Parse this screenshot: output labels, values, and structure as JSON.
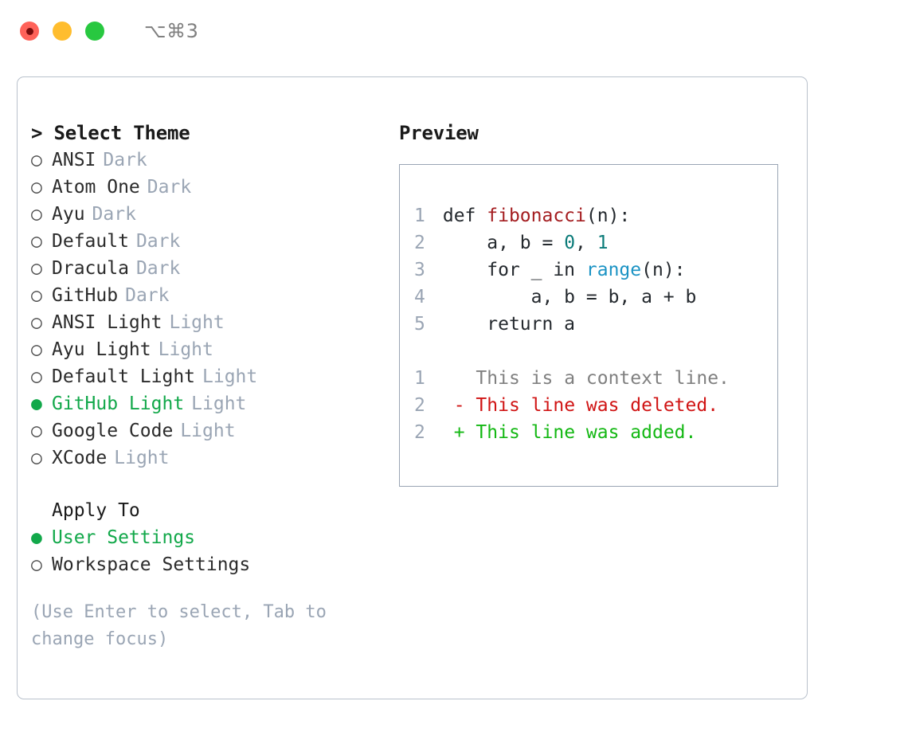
{
  "titlebar": {
    "shortcut": "⌥⌘3",
    "buttons": [
      "close",
      "minimize",
      "zoom"
    ]
  },
  "theme_picker": {
    "header": "> Select Theme",
    "items": [
      {
        "label": "ANSI",
        "variant": "Dark",
        "selected": false,
        "bullet": "○"
      },
      {
        "label": "Atom One",
        "variant": "Dark",
        "selected": false,
        "bullet": "○"
      },
      {
        "label": "Ayu",
        "variant": "Dark",
        "selected": false,
        "bullet": "○"
      },
      {
        "label": "Default",
        "variant": "Dark",
        "selected": false,
        "bullet": "○"
      },
      {
        "label": "Dracula",
        "variant": "Dark",
        "selected": false,
        "bullet": "○"
      },
      {
        "label": "GitHub",
        "variant": "Dark",
        "selected": false,
        "bullet": "○"
      },
      {
        "label": "ANSI Light",
        "variant": "Light",
        "selected": false,
        "bullet": "○"
      },
      {
        "label": "Ayu Light",
        "variant": "Light",
        "selected": false,
        "bullet": "○"
      },
      {
        "label": "Default Light",
        "variant": "Light",
        "selected": false,
        "bullet": "○"
      },
      {
        "label": "GitHub Light",
        "variant": "Light",
        "selected": true,
        "bullet": "●"
      },
      {
        "label": "Google Code",
        "variant": "Light",
        "selected": false,
        "bullet": "○"
      },
      {
        "label": "XCode",
        "variant": "Light",
        "selected": false,
        "bullet": "○"
      }
    ]
  },
  "apply_to": {
    "header": "Apply To",
    "items": [
      {
        "label": "User Settings",
        "selected": true,
        "bullet": "●"
      },
      {
        "label": "Workspace Settings",
        "selected": false,
        "bullet": "○"
      }
    ]
  },
  "hint": "(Use Enter to select, Tab to change focus)",
  "preview": {
    "title": "Preview",
    "code_lines": [
      {
        "number": "1",
        "segments": [
          {
            "text": "def ",
            "style": "plain"
          },
          {
            "text": "fibonacci",
            "style": "function"
          },
          {
            "text": "(n):",
            "style": "plain"
          }
        ]
      },
      {
        "number": "2",
        "segments": [
          {
            "text": "    a, b = ",
            "style": "plain"
          },
          {
            "text": "0",
            "style": "number"
          },
          {
            "text": ", ",
            "style": "plain"
          },
          {
            "text": "1",
            "style": "number"
          }
        ]
      },
      {
        "number": "3",
        "segments": [
          {
            "text": "    for _ in ",
            "style": "plain"
          },
          {
            "text": "range",
            "style": "call"
          },
          {
            "text": "(n):",
            "style": "plain"
          }
        ]
      },
      {
        "number": "4",
        "segments": [
          {
            "text": "        a, b = b, a + b",
            "style": "plain"
          }
        ]
      },
      {
        "number": "5",
        "segments": [
          {
            "text": "    return a",
            "style": "plain"
          }
        ]
      }
    ],
    "diff_lines": [
      {
        "number": "1",
        "marker": " ",
        "text": "This is a context line.",
        "kind": "context"
      },
      {
        "number": "2",
        "marker": "-",
        "text": "This line was deleted.",
        "kind": "deleted"
      },
      {
        "number": "2",
        "marker": "+",
        "text": "This line was added.",
        "kind": "added"
      }
    ]
  },
  "colors": {
    "accent_green": "#12a84a",
    "muted": "#9aa5b4",
    "border": "#b9c1cc",
    "preview_border": "#9aa5b4",
    "function_red": "#a41d20",
    "number_teal": "#0b7b79",
    "call_blue": "#1b93c4",
    "diff_deleted": "#d01414",
    "diff_added": "#14b814"
  }
}
